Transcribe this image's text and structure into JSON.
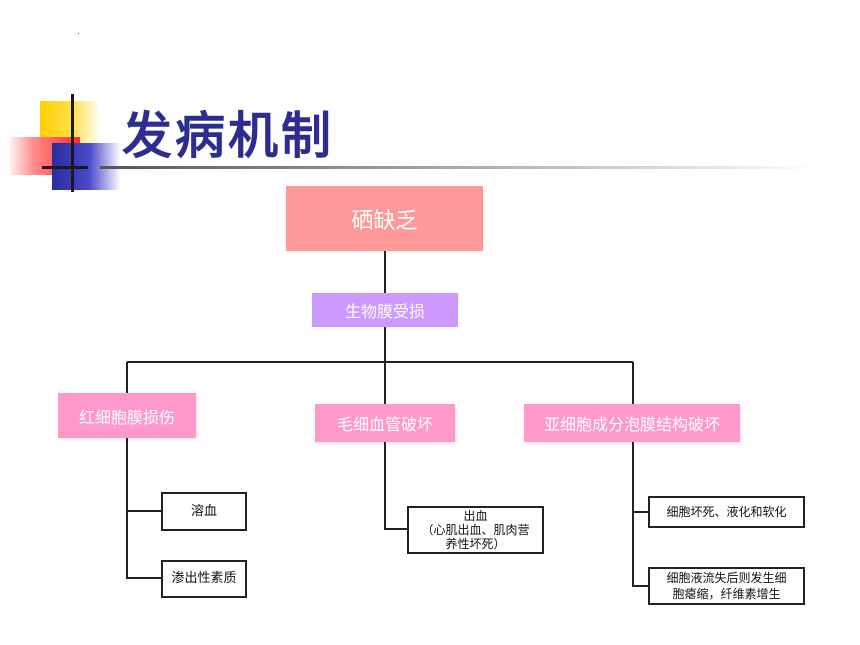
{
  "slide": {
    "dot": ".",
    "title": "发病机制"
  },
  "diagram": {
    "root": "硒缺乏",
    "level1": "生物膜受损",
    "categories": [
      "红细胞膜损伤",
      "毛细血管破坏",
      "亚细胞成分泡膜结构破坏"
    ],
    "leaves": {
      "hemolysis": "溶血",
      "exudate": "渗出性素质",
      "bleeding_line1": "出血",
      "bleeding_line2": "（心肌出血、肌肉营",
      "bleeding_line3": "养性坏死）",
      "necrosis": "细胞坏死、液化和软化",
      "atrophy_line1": "细胞液流失后则发生细",
      "atrophy_line2": "胞瘪缩，纤维素增生"
    }
  },
  "colors": {
    "title": "#2d2d8f",
    "root": "#ff9999",
    "level1": "#cc99ff",
    "category": "#ff99cc",
    "connector": "#222222"
  }
}
